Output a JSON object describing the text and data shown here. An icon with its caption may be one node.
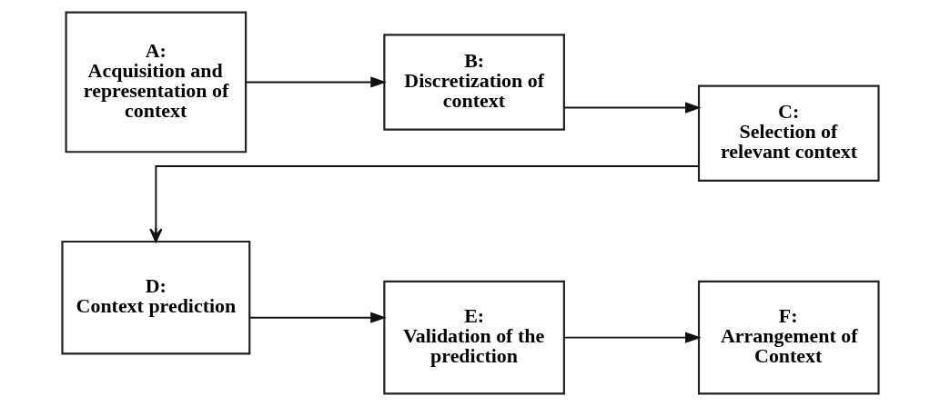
{
  "diagram": {
    "nodes": [
      {
        "text": [
          "A:",
          "Acquisition and representation of context"
        ]
      },
      {
        "text": [
          "B:",
          "Discretization of context"
        ]
      },
      {
        "text": [
          "C:",
          "Selection of relevant context"
        ]
      },
      {
        "text": [
          "D:",
          "Context prediction"
        ]
      },
      {
        "text": [
          "E:",
          "Validation of the prediction"
        ]
      },
      {
        "text": [
          "F:",
          "Arrangement of Context"
        ]
      }
    ],
    "edges": [
      {
        "from": 0,
        "to": 1,
        "arrow": "to"
      },
      {
        "from": 1,
        "to": 2,
        "arrow": "to"
      },
      {
        "from": 2,
        "to": 3,
        "arrow": "to"
      },
      {
        "from": 3,
        "to": 4,
        "arrow": "to"
      },
      {
        "from": 4,
        "to": 5,
        "arrow": "to"
      }
    ]
  }
}
